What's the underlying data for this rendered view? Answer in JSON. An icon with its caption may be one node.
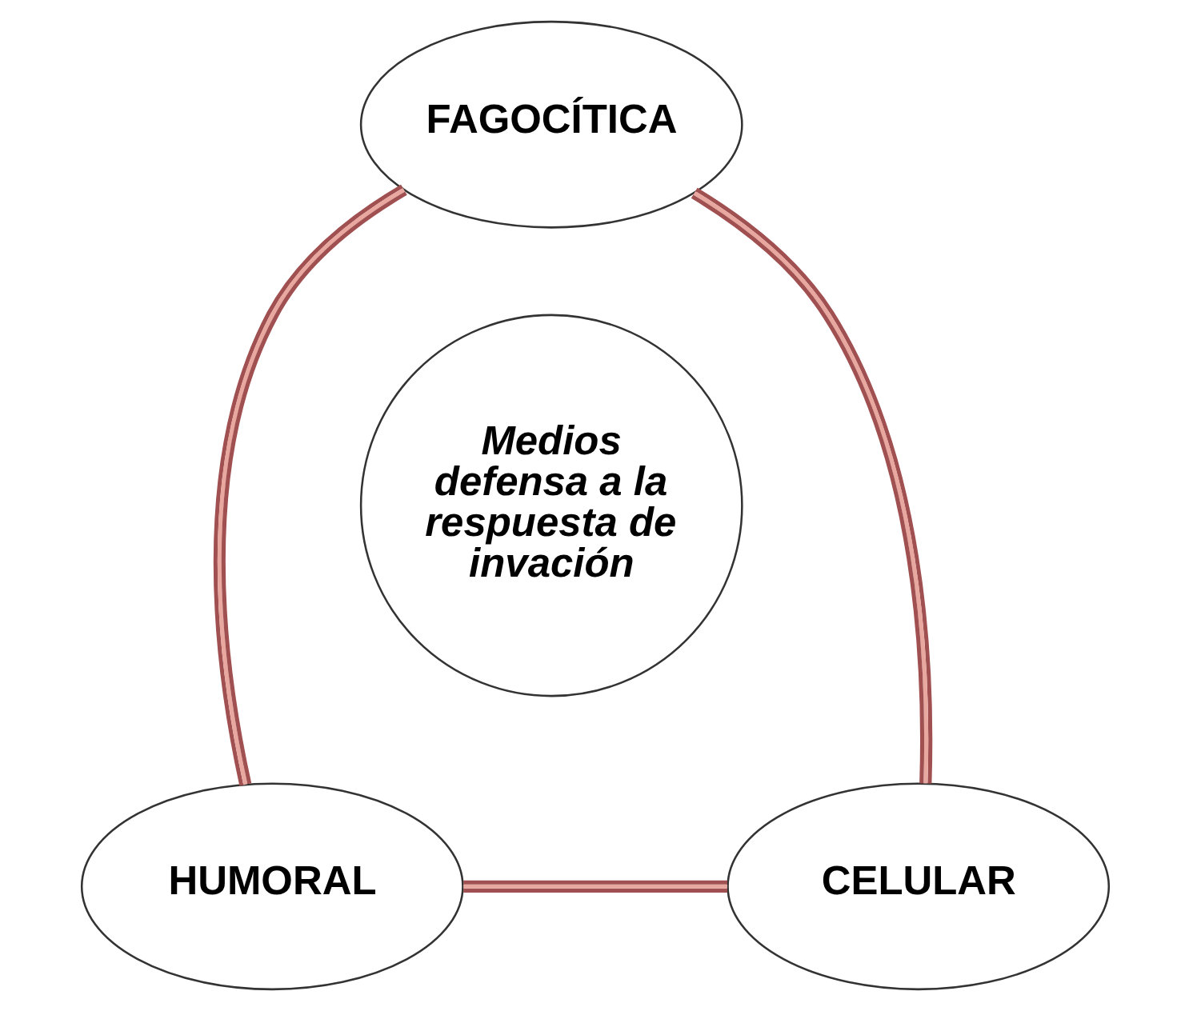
{
  "diagram": {
    "nodes": [
      {
        "text": [
          "FAGOCÍTICA"
        ]
      },
      {
        "text": [
          "Medios defensa a la respuesta de invación"
        ]
      },
      {
        "text": [
          "CELULAR"
        ]
      },
      {
        "text": [
          "HUMORAL"
        ]
      }
    ],
    "edges": [
      {
        "from": 0,
        "to": 3,
        "arrow": "none"
      },
      {
        "from": 3,
        "to": 2,
        "arrow": "none"
      },
      {
        "from": 2,
        "to": 0,
        "arrow": "none"
      }
    ]
  }
}
